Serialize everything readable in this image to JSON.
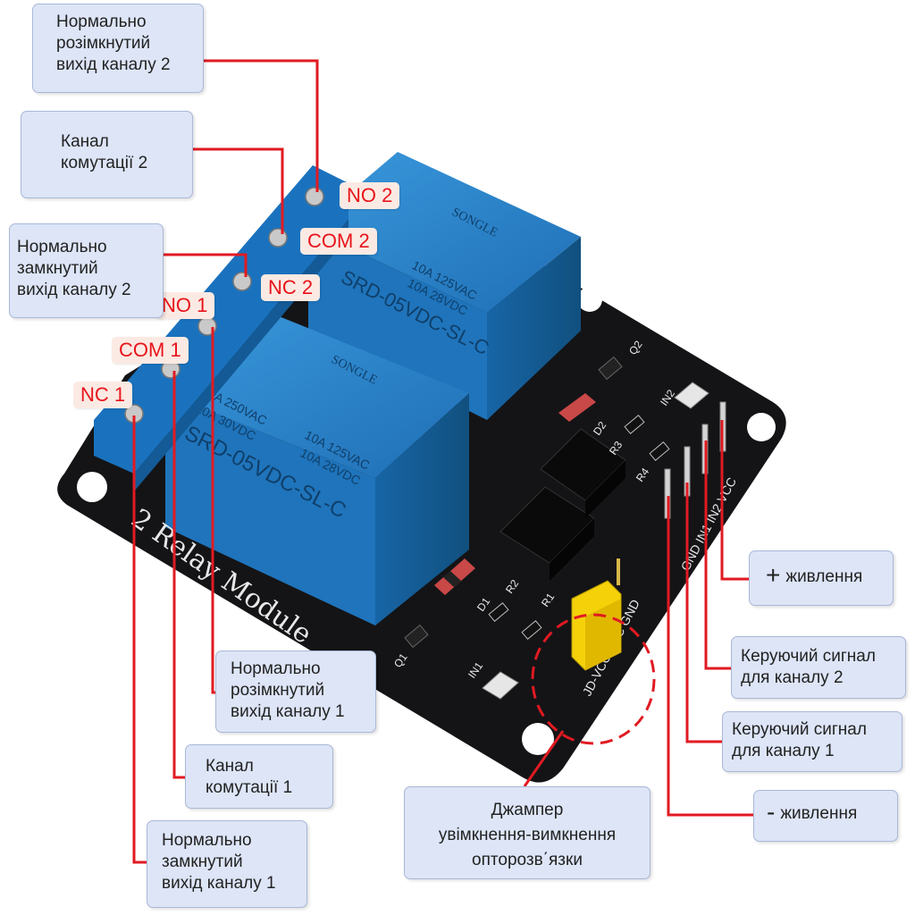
{
  "pins": {
    "no2": "NO 2",
    "com2": "COM 2",
    "nc2": "NC 2",
    "no1": "NO 1",
    "com1": "COM 1",
    "nc1": "NC 1"
  },
  "callouts": {
    "no_ch2": [
      "Нормально",
      "розімкнутий",
      "вихід каналу 2"
    ],
    "com_ch2": [
      "Канал",
      "комутації 2"
    ],
    "nc_ch2": [
      "Нормально",
      "замкнутий",
      "вихід каналу 2"
    ],
    "no_ch1": [
      "Нормально",
      "розімкнутий",
      "вихід каналу 1"
    ],
    "com_ch1": [
      "Канал",
      "комутації 1"
    ],
    "nc_ch1": [
      "Нормально",
      "замкнутий",
      "вихід каналу 1"
    ],
    "jumper": [
      "Джампер",
      "увімкнення-вимкнення",
      "опторозв΄язки"
    ],
    "plus_power": {
      "symbol": "+",
      "text": "живлення"
    },
    "signal_ch2": [
      "Керуючий сигнал",
      "для каналу 2"
    ],
    "signal_ch1": [
      "Керуючий сигнал",
      "для каналу 1"
    ],
    "minus_power": {
      "symbol": "-",
      "text": "живлення"
    }
  },
  "board": {
    "relay_brand": "SONGLE",
    "relay_model": "SRD-05VDC-SL-C",
    "relay_rating_1": "10A 250VAC",
    "relay_rating_2": "10A 125VAC",
    "relay_rating_3": "10A 30VDC",
    "relay_rating_4": "10A 28VDC",
    "module_label": "2 Relay Module",
    "header_labels": "GND IN1 IN2 VCC",
    "jumper_labels": "JD-VCC VCC GND",
    "led_in1": "IN1",
    "led_in2": "IN2",
    "q1": "Q1",
    "q2": "Q2",
    "d1": "D1",
    "d2": "D2",
    "r1": "R1",
    "r2": "R2",
    "r3": "R3",
    "r4": "R4"
  },
  "colors": {
    "leader": "#e11a22",
    "callout_bg": "#dde5f7",
    "pcb": "#141416",
    "relay": "#1f7fc8"
  }
}
